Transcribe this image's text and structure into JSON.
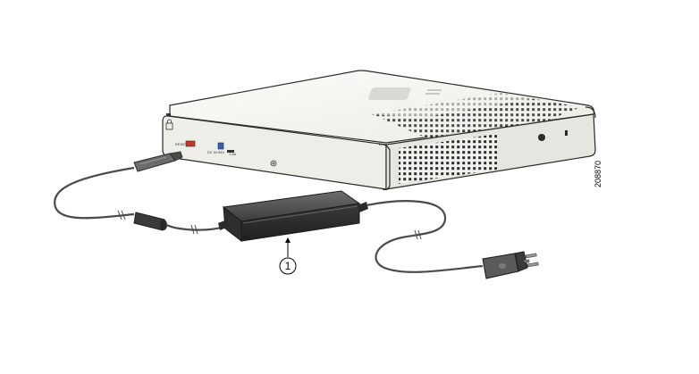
{
  "figure_id": "208870",
  "callouts": [
    {
      "number": "1"
    }
  ],
  "components": {
    "device": "switch-chassis",
    "power_adapter": "ac-power-adapter",
    "dc_cable": "dc-power-cable",
    "ac_cord": "ac-power-cord",
    "plug": "ac-plug"
  },
  "icons": [
    "lock-icon",
    "grounding-screw-icon",
    "console-port-icon",
    "vent-grille-icon",
    "logo-icon"
  ],
  "colors": {
    "chassis_top": "#f3f3ef",
    "chassis_front": "#ebebe6",
    "outline": "#2b2b2b",
    "adapter": "#3a3a3a",
    "cable": "#4a4a4a",
    "reset_port": "#c0392b",
    "console_port": "#3a5fa8"
  },
  "port_labels": {
    "reset": "RESET",
    "power_in": "DC IN 54V",
    "power_rating": "1.6A"
  }
}
